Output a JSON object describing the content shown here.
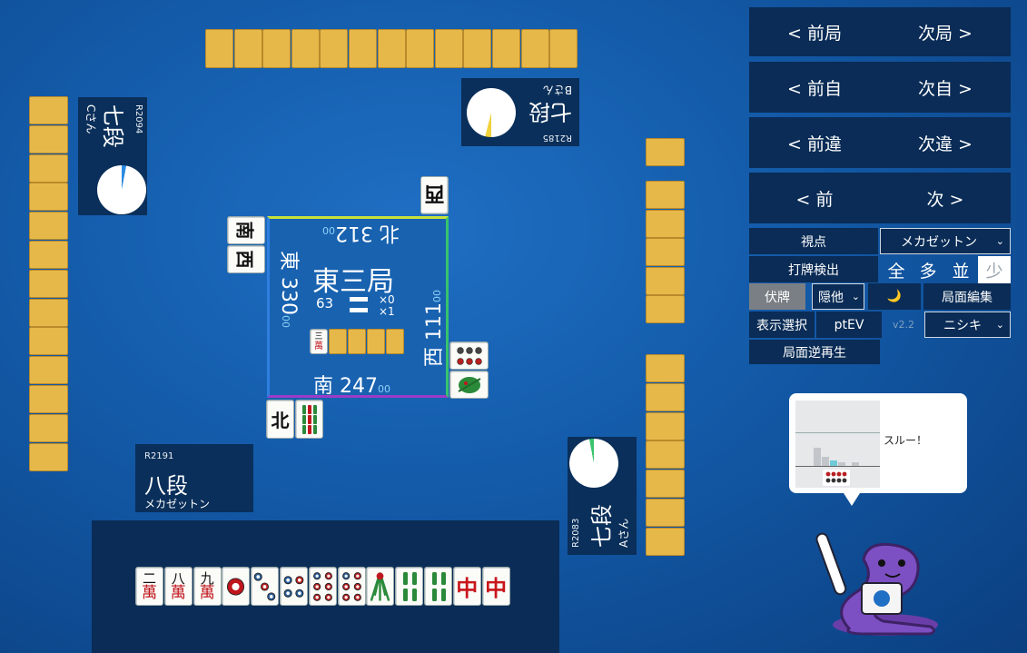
{
  "colors": {
    "table_bg": "#135aa8",
    "tile_back": "#e6b84a",
    "panel_bg": "#0a2c56",
    "red_tile_ink": "#c0161c"
  },
  "round": {
    "name": "東三局",
    "honba_count_label": "63",
    "honba_sticks": "×0",
    "riichi_sticks": "×1"
  },
  "scores": {
    "north": {
      "wind": "北",
      "value": "312",
      "suffix": "00"
    },
    "east": {
      "wind": "東",
      "value": "330",
      "suffix": "00"
    },
    "west": {
      "wind": "西",
      "value": "111",
      "suffix": "00"
    },
    "south": {
      "wind": "南",
      "value": "247",
      "suffix": "00"
    }
  },
  "players": {
    "self": {
      "rate": "R2191",
      "rank": "八段",
      "name": "メカゼットン"
    },
    "left": {
      "rate": "R2094",
      "rank": "七段",
      "name": "Cさん"
    },
    "top": {
      "rate": "R2185",
      "rank": "七段",
      "name": "Bさん"
    },
    "right": {
      "rate": "R2083",
      "rank": "七段",
      "name": "Aさん"
    }
  },
  "dora": {
    "indicator_num": "三",
    "indicator_suit": "萬"
  },
  "hand": [
    {
      "type": "man",
      "num": "二",
      "suit": "萬"
    },
    {
      "type": "man",
      "num": "八",
      "suit": "萬"
    },
    {
      "type": "man",
      "num": "九",
      "suit": "萬"
    },
    {
      "type": "pin",
      "count": 1
    },
    {
      "type": "pin",
      "count": 3
    },
    {
      "type": "pin",
      "count": 4
    },
    {
      "type": "pin",
      "count": 6
    },
    {
      "type": "pin",
      "count": 6
    },
    {
      "type": "sou",
      "count": 1
    },
    {
      "type": "sou",
      "count": 4
    },
    {
      "type": "sou",
      "count": 4
    },
    {
      "type": "honor",
      "char": "中",
      "color": "red"
    },
    {
      "type": "honor",
      "char": "中",
      "color": "red"
    }
  ],
  "melds": {
    "self_left": [
      {
        "char": "北"
      }
    ],
    "top_tile": {
      "char": "西"
    },
    "left_tiles": [
      {
        "char": "南"
      },
      {
        "char": "西"
      }
    ]
  },
  "nav": {
    "prev_round": "< 前局",
    "next_round": "次局 >",
    "prev_self": "< 前自",
    "next_self": "次自 >",
    "prev_diff": "< 前違",
    "next_diff": "次違 >",
    "prev": "< 前",
    "next": "次 >"
  },
  "controls": {
    "viewpoint_label": "視点",
    "viewpoint_value": "メカゼットン",
    "discard_detect_label": "打牌検出",
    "filter_all": "全",
    "filter_many": "多",
    "filter_avg": "並",
    "filter_few": "少",
    "hidden_label": "伏牌",
    "hidden_value": "隠他",
    "moon_icon": "🌙",
    "edit_label": "局面編集",
    "display_select_label": "表示選択",
    "ptev_label": "ptEV",
    "version": "v2.2",
    "model_value": "ニシキ",
    "reverse_label": "局面逆再生"
  },
  "bubble": {
    "text": "スルー！"
  }
}
